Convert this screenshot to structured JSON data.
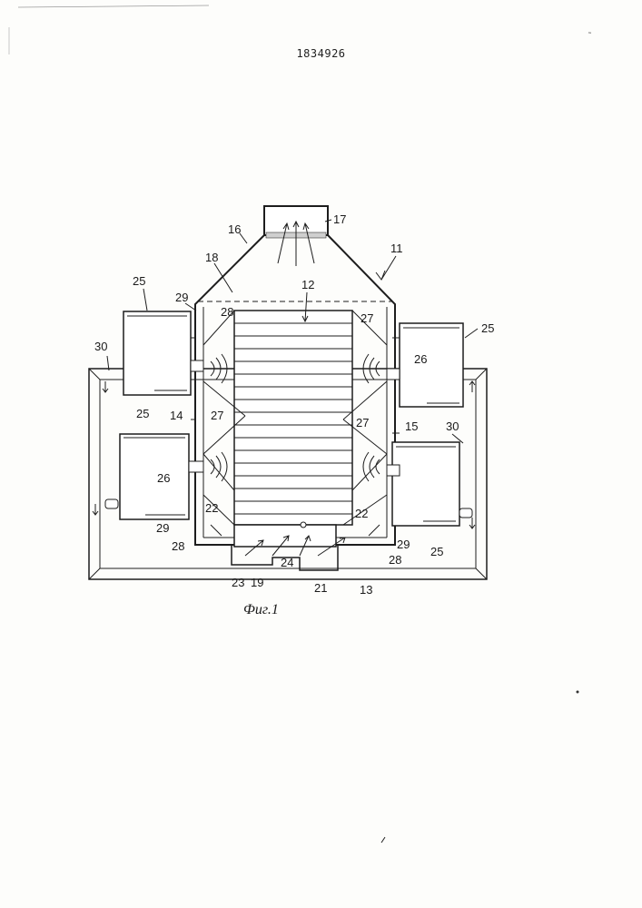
{
  "patent_number": "1834926",
  "caption": "Фиг.1",
  "labels": {
    "l11": "11",
    "l12": "12",
    "l13": "13",
    "l14": "14",
    "l15": "15",
    "l16": "16",
    "l17": "17",
    "l18": "18",
    "l19": "19",
    "l21": "21",
    "l22a": "22",
    "l22b": "22",
    "l23": "23",
    "l24": "24",
    "l25a": "25",
    "l25b": "25",
    "l25c": "25",
    "l25d": "25",
    "l26a": "26",
    "l26b": "26",
    "l27a": "27",
    "l27b": "27",
    "l27c": "27",
    "l28a": "28",
    "l28b": "28",
    "l28c": "28",
    "l29a": "29",
    "l29b": "29",
    "l29c": "29",
    "l30a": "30",
    "l30b": "30"
  }
}
